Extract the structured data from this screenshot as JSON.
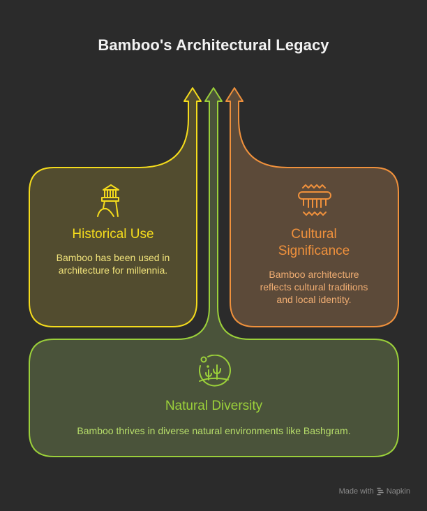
{
  "title": "Bamboo's Architectural Legacy",
  "colors": {
    "background": "#2b2b2b",
    "yellow": "#f5dc1c",
    "yellow_fill": "#524c2f",
    "yellow_text": "#f0e27a",
    "orange": "#f0913c",
    "orange_fill": "#5c4a39",
    "orange_text": "#f0ad72",
    "green": "#9bd03a",
    "green_fill": "#4a533a",
    "green_text": "#b7de6a"
  },
  "cards": [
    {
      "id": "historical-use",
      "icon": "lighthouse-icon",
      "heading": "Historical Use",
      "body_lines": [
        "Bamboo has been used in",
        "architecture for millennia."
      ]
    },
    {
      "id": "cultural-significance",
      "icon": "column-capital-icon",
      "heading_lines": [
        "Cultural",
        "Significance"
      ],
      "body_lines": [
        "Bamboo architecture",
        "reflects cultural traditions",
        "and local identity."
      ]
    },
    {
      "id": "natural-diversity",
      "icon": "desert-plants-icon",
      "heading": "Natural Diversity",
      "body": "Bamboo thrives in diverse natural environments like Bashgram."
    }
  ],
  "footer": {
    "made_with": "Made with",
    "brand": "Napkin",
    "brand_icon": "napkin-logo-icon"
  }
}
